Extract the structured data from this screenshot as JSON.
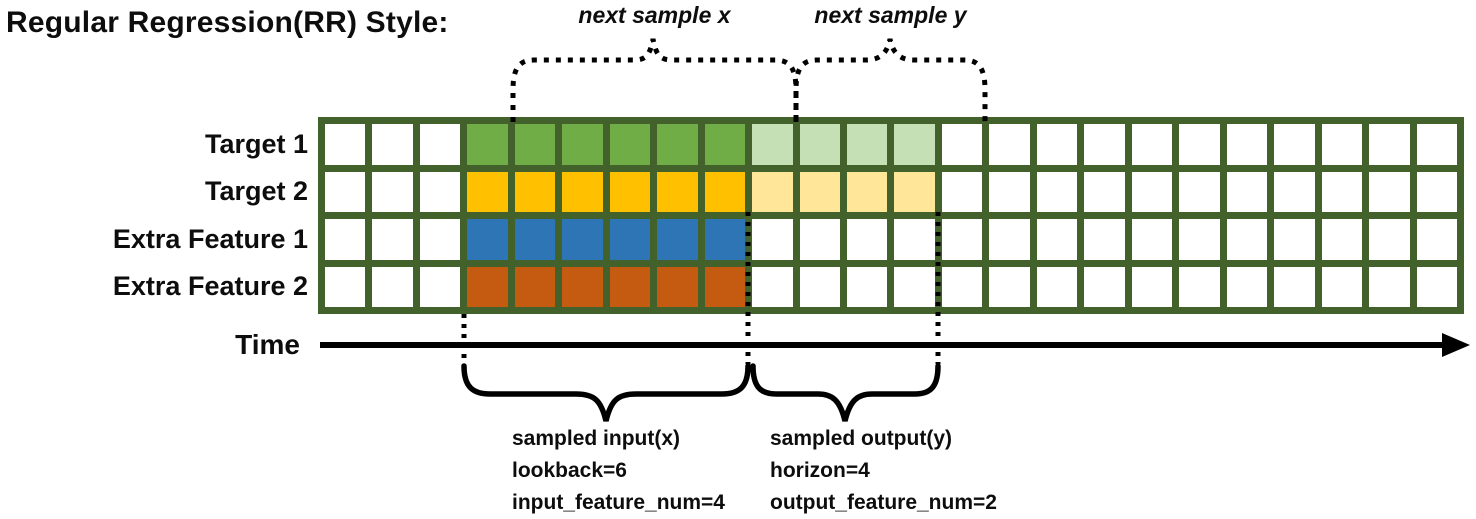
{
  "title": "Regular Regression(RR) Style:",
  "top": {
    "next_sample_x_label": "next sample x",
    "next_sample_y_label": "next sample y"
  },
  "time": {
    "label": "Time"
  },
  "input_summary": {
    "lines": [
      "sampled input(x)",
      "lookback=6",
      "input_feature_num=4"
    ]
  },
  "output_summary": {
    "lines": [
      "sampled output(y)",
      "horizon=4",
      "output_feature_num=2"
    ]
  },
  "colors": {
    "grid_border": "#42612b",
    "cell_empty": "#ffffff",
    "target1_input": "#70ad47",
    "target1_output": "#c5e0b4",
    "target2_input": "#ffc000",
    "target2_output": "#ffe699",
    "extra_feature1_input": "#2e75b6",
    "extra_feature2_input": "#c55a11",
    "annotation_stroke": "#000000"
  },
  "grid": {
    "columns": 24,
    "input_start_col": 3,
    "lookback": 6,
    "horizon": 4,
    "rows": [
      {
        "label": "Target 1",
        "input_color": "target1_input",
        "output_color": "target1_output"
      },
      {
        "label": "Target 2",
        "input_color": "target2_input",
        "output_color": "target2_output"
      },
      {
        "label": "Extra Feature 1",
        "input_color": "extra_feature1_input",
        "output_color": null
      },
      {
        "label": "Extra Feature 2",
        "input_color": "extra_feature2_input",
        "output_color": null
      }
    ]
  }
}
